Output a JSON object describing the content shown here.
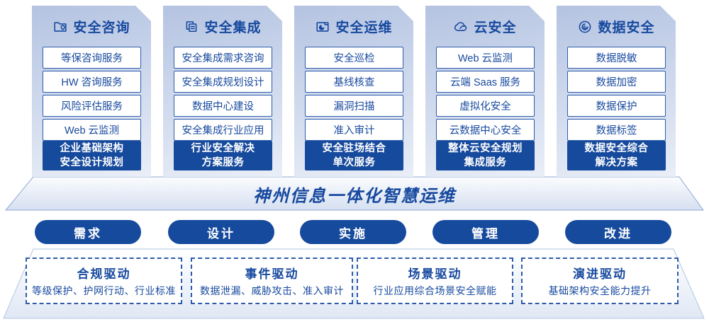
{
  "colors": {
    "primary_blue": "#17499e",
    "border_blue": "#2e5cab",
    "dark_fill": "#164a9d",
    "panel_gradient_top": "#b4c3e1",
    "panel_gradient_bottom": "#e9eef7"
  },
  "columns": [
    {
      "title": "安全咨询",
      "icon": "folder-shield-icon",
      "items": [
        "等保咨询服务",
        "HW 咨询服务",
        "风险评估服务",
        "Web 云监测"
      ],
      "footer_lines": [
        "企业基础架构",
        "安全设计规划"
      ]
    },
    {
      "title": "安全集成",
      "icon": "documents-icon",
      "items": [
        "安全集成需求咨询",
        "安全集成规划设计",
        "数据中心建设",
        "安全集成行业应用"
      ],
      "footer_lines": [
        "行业安全解决",
        "方案服务"
      ]
    },
    {
      "title": "安全运维",
      "icon": "folder-monitor-icon",
      "items": [
        "安全巡检",
        "基线核查",
        "漏洞扫描",
        "准入审计"
      ],
      "footer_lines": [
        "安全驻场结合",
        "单次服务"
      ]
    },
    {
      "title": "云安全",
      "icon": "cloud-icon",
      "items": [
        "Web 云监测",
        "云端 Saas 服务",
        "虚拟化安全",
        "云数据中心安全"
      ],
      "footer_lines": [
        "整体云安全规划",
        "集成服务"
      ]
    },
    {
      "title": "数据安全",
      "icon": "fingerprint-icon",
      "items": [
        "数据脱敏",
        "数据加密",
        "数据保护",
        "数据标签"
      ],
      "footer_lines": [
        "数据安全综合",
        "解决方案"
      ]
    }
  ],
  "banner": {
    "title": "神州信息一体化智慧运维"
  },
  "process_pills": [
    "需求",
    "设计",
    "实施",
    "管理",
    "改进"
  ],
  "drivers": [
    {
      "title": "合规驱动",
      "desc": "等级保护、护网行动、行业标准"
    },
    {
      "title": "事件驱动",
      "desc": "数据泄漏、威胁攻击、准入审计"
    },
    {
      "title": "场景驱动",
      "desc": "行业应用综合场景安全赋能"
    },
    {
      "title": "演进驱动",
      "desc": "基础架构安全能力提升"
    }
  ]
}
